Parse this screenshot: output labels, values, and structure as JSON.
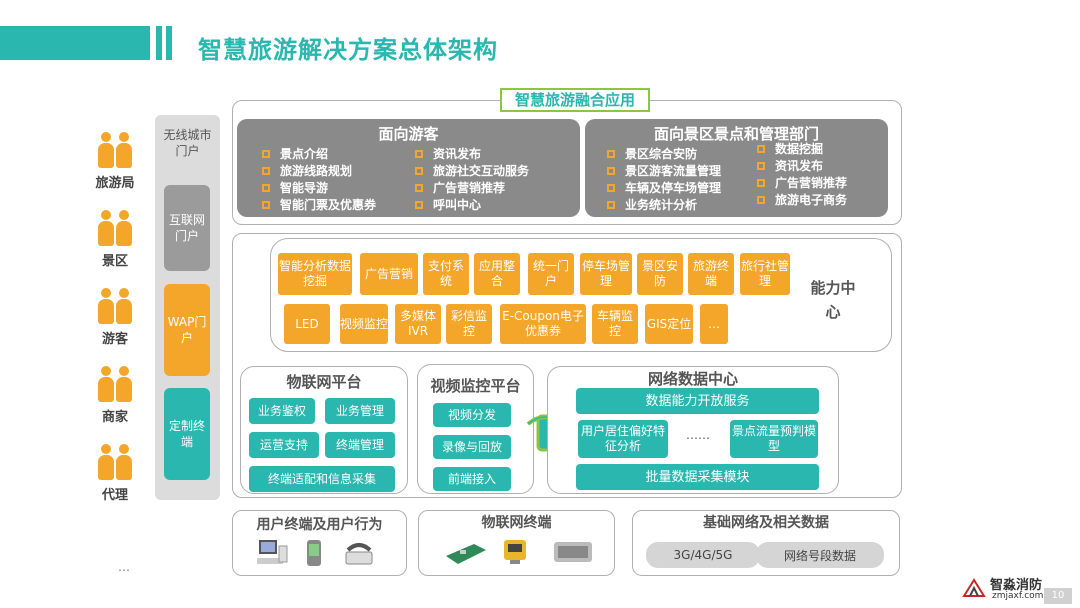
{
  "header": {
    "title": "智慧旅游解决方案总体架构"
  },
  "roles": [
    "旅游局",
    "景区",
    "游客",
    "商家",
    "代理"
  ],
  "roles_more": "…",
  "portals": {
    "wireless": "无线城市门户",
    "internet": "互联网门户",
    "wap": "WAP门户",
    "custom": "定制终端"
  },
  "app_layer": {
    "title": "智慧旅游融合应用",
    "visitor": {
      "title": "面向游客",
      "col1": [
        "景点介绍",
        "旅游线路规划",
        "智能导游",
        "智能门票及优惠券"
      ],
      "col2": [
        "资讯发布",
        "旅游社交互动服务",
        "广告营销推荐",
        "呼叫中心"
      ]
    },
    "scenic": {
      "title": "面向景区景点和管理部门",
      "col1": [
        "景区综合安防",
        "景区游客流量管理",
        "车辆及停车场管理",
        "业务统计分析"
      ],
      "col2": [
        "数据挖掘",
        "资讯发布",
        "广告营销推荐",
        "旅游电子商务"
      ]
    }
  },
  "capability": {
    "title": "能力中心",
    "row1": [
      "智能分析数据挖掘",
      "广告营销",
      "支付系统",
      "应用整合",
      "统一门户",
      "停车场管理",
      "景区安防",
      "旅游终端",
      "旅行社管理"
    ],
    "row2": [
      "LED",
      "视频监控",
      "多媒体IVR",
      "彩信监控",
      "E-Coupon电子优惠券",
      "车辆监控",
      "GIS定位",
      "…"
    ]
  },
  "iot_platform": {
    "title": "物联网平台",
    "items": [
      "业务鉴权",
      "业务管理",
      "运营支持",
      "终端管理",
      "终端适配和信息采集"
    ]
  },
  "video_platform": {
    "title": "视频监控平台",
    "items": [
      "视频分发",
      "录像与回放",
      "前端接入"
    ]
  },
  "data_center": {
    "title": "网络数据中心",
    "open": "数据能力开放服务",
    "left": "用户居住偏好特征分析",
    "dots": "……",
    "right": "景点流量预判模型",
    "collect": "批量数据采集模块"
  },
  "bottom": {
    "user_terminal": "用户终端及用户行为",
    "iot_terminal": "物联网终端",
    "network": {
      "title": "基础网络及相关数据",
      "chip1": "3G/4G/5G",
      "chip2": "网络号段数据"
    }
  },
  "footer": {
    "logo": "智淼消防",
    "site": "zmjaxf.com",
    "page": "10"
  },
  "colors": {
    "teal": "#2ab7b0",
    "orange": "#f4a62a",
    "grey": "#8a8a8a",
    "green": "#8cc63f"
  }
}
